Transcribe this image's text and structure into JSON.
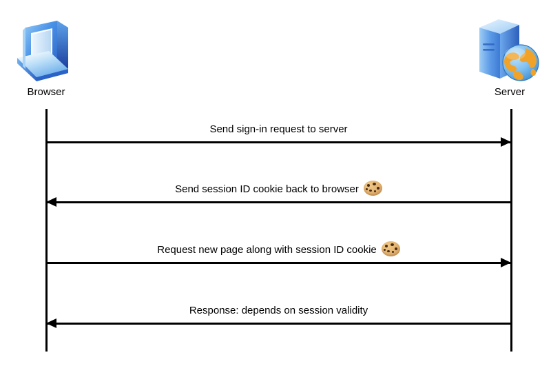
{
  "diagram": {
    "title": "Session ID cookie exchange between browser and server",
    "type": "sequence-diagram",
    "background_color": "#ffffff",
    "line_color": "#000000"
  },
  "actors": [
    {
      "id": "browser",
      "label": "Browser",
      "icon": "laptop-icon",
      "side": "left",
      "accent_color": "#3a7fe0"
    },
    {
      "id": "server",
      "label": "Server",
      "icon": "server-globe-icon",
      "side": "right",
      "accent_color": "#4f86d8"
    }
  ],
  "messages": [
    {
      "index": 1,
      "label": "Send sign-in request to server",
      "from": "browser",
      "to": "server",
      "direction": "right",
      "has_cookie_icon": false
    },
    {
      "index": 2,
      "label": "Send session ID cookie back to browser",
      "from": "server",
      "to": "browser",
      "direction": "left",
      "has_cookie_icon": true
    },
    {
      "index": 3,
      "label": "Request new page along with session ID cookie",
      "from": "browser",
      "to": "server",
      "direction": "right",
      "has_cookie_icon": true
    },
    {
      "index": 4,
      "label": "Response: depends on session validity",
      "from": "server",
      "to": "browser",
      "direction": "left",
      "has_cookie_icon": false
    }
  ]
}
